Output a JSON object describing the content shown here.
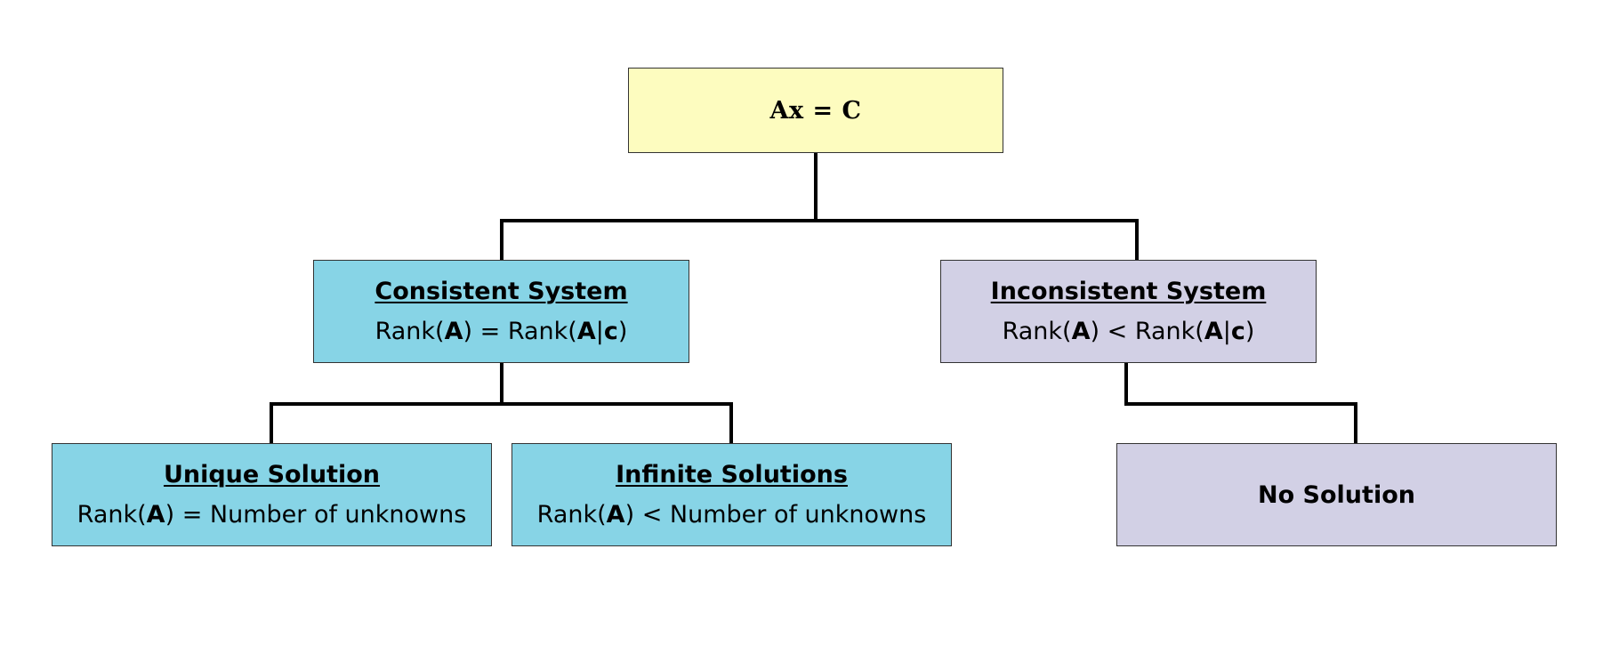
{
  "colors": {
    "root_fill": "#fdfcbf",
    "consistent_fill": "#87d4e6",
    "inconsistent_fill": "#d2d0e5",
    "connector": "#000000"
  },
  "root": {
    "equation": "Ax = C"
  },
  "consistent": {
    "title": "Consistent System",
    "cond_rank": "Rank(",
    "cond_A": "A",
    "cond_mid": ") = Rank(",
    "cond_A2": "A",
    "cond_bar": "|",
    "cond_c": "c",
    "cond_end": ")"
  },
  "inconsistent": {
    "title": "Inconsistent System",
    "cond_rank": "Rank(",
    "cond_A": "A",
    "cond_mid": ") < Rank(",
    "cond_A2": "A",
    "cond_bar": "|",
    "cond_c": "c",
    "cond_end": ")"
  },
  "unique": {
    "title": "Unique Solution",
    "cond_rank": "Rank(",
    "cond_A": "A",
    "cond_rest": ") = Number of unknowns"
  },
  "infinite": {
    "title": "Infinite Solutions",
    "cond_rank": "Rank(",
    "cond_A": "A",
    "cond_rest": ") < Number of unknowns"
  },
  "nosolution": {
    "title": "No Solution"
  }
}
